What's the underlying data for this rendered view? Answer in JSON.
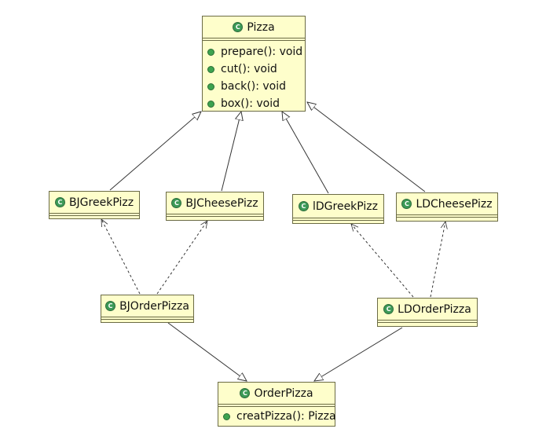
{
  "classes": {
    "pizza": {
      "name": "Pizza",
      "operations": [
        "prepare(): void",
        "cut(): void",
        "back(): void",
        "box(): void"
      ]
    },
    "bjgreek": {
      "name": "BJGreekPizz"
    },
    "bjcheese": {
      "name": "BJCheesePizz"
    },
    "ldgreek": {
      "name": "lDGreekPizz"
    },
    "ldcheese": {
      "name": "LDCheesePizz"
    },
    "bjorder": {
      "name": "BJOrderPizza"
    },
    "ldorder": {
      "name": "LDOrderPizza"
    },
    "orderpizza": {
      "name": "OrderPizza",
      "operations": [
        "creatPizza(): Pizza"
      ]
    }
  },
  "class_icon_letter": "C",
  "colors": {
    "class_fill": "#fefecb",
    "class_border": "#6b6b45",
    "class_icon": "#3c9a57",
    "edge": "#333333"
  }
}
